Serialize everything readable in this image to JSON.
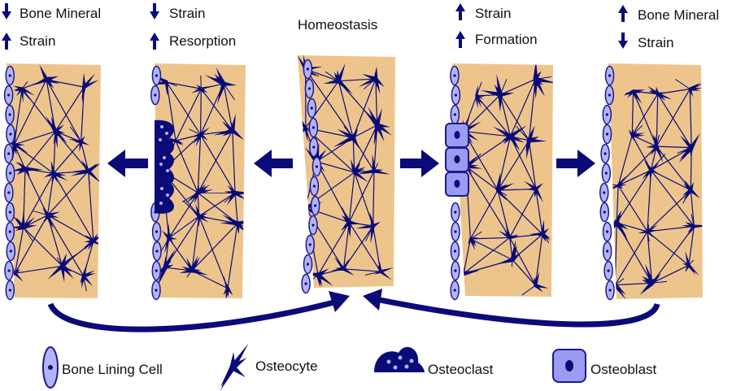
{
  "colors": {
    "bone": "#edc58c",
    "navy": "#0a0a78",
    "cell_fill": "#b3b3f5",
    "cell_stroke": "#1a1a90",
    "osteoblast_fill": "#9b9bf0",
    "text": "#111111"
  },
  "panels": [
    {
      "id": "mineral-loss",
      "lines": [
        {
          "arrow": "down",
          "text": "Bone Mineral"
        },
        {
          "arrow": "up",
          "text": "Strain"
        }
      ]
    },
    {
      "id": "resorption",
      "lines": [
        {
          "arrow": "down",
          "text": "Strain"
        },
        {
          "arrow": "up",
          "text": "Resorption"
        }
      ]
    },
    {
      "id": "homeostasis",
      "lines": [
        {
          "arrow": "none",
          "text": "Homeostasis"
        }
      ]
    },
    {
      "id": "formation",
      "lines": [
        {
          "arrow": "up",
          "text": "Strain"
        },
        {
          "arrow": "up",
          "text": "Formation"
        }
      ]
    },
    {
      "id": "mineral-gain",
      "lines": [
        {
          "arrow": "up",
          "text": "Bone Mineral"
        },
        {
          "arrow": "down",
          "text": "Strain"
        }
      ]
    }
  ],
  "legend": [
    {
      "icon": "bone-lining-cell-icon",
      "label": "Bone Lining Cell"
    },
    {
      "icon": "osteocyte-icon",
      "label": "Osteocyte"
    },
    {
      "icon": "osteoclast-icon",
      "label": "Osteoclast"
    },
    {
      "icon": "osteoblast-icon",
      "label": "Osteoblast"
    }
  ]
}
